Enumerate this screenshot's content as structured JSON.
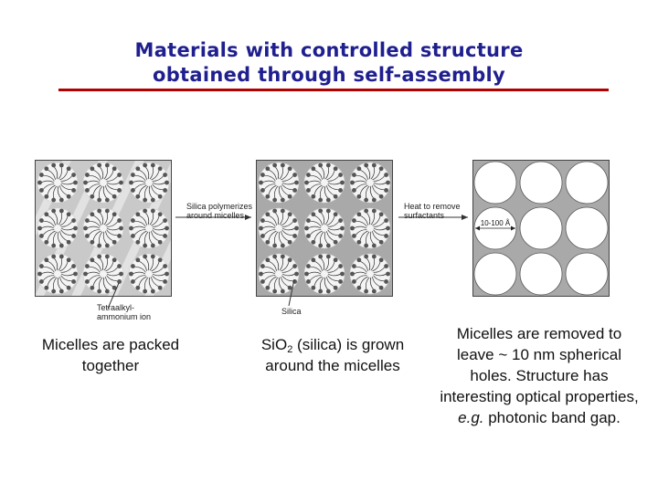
{
  "slide": {
    "title_line1": "Materials with controlled structure",
    "title_line2": "obtained through self-assembly"
  },
  "diagram": {
    "label_silica_polymerizes": [
      "Silica polymerizes",
      "around micelles"
    ],
    "label_heat": [
      "Heat to remove",
      "surfactants"
    ],
    "label_tetraalkyl": [
      "Tetraalkyl-",
      "ammonium ion"
    ],
    "label_silica": "Silica",
    "label_pore_size": "10-100 Å"
  },
  "captions": {
    "left": "Micelles are packed together",
    "middle_prefix": "Si",
    "middle_sym": "O",
    "middle_sub": "2",
    "middle_rest": " (silica) is grown around the micelles",
    "right_part1": "Micelles are removed to leave ~ 10 nm spherical holes. Structure has interesting optical properties, ",
    "right_eg": "e.g.",
    "right_part2": " photonic band gap."
  },
  "colors": {
    "title": "#1f1f8f",
    "rule": "#b00000",
    "silica_fill": "#a9a9a9",
    "micelle_head": "#555555"
  }
}
